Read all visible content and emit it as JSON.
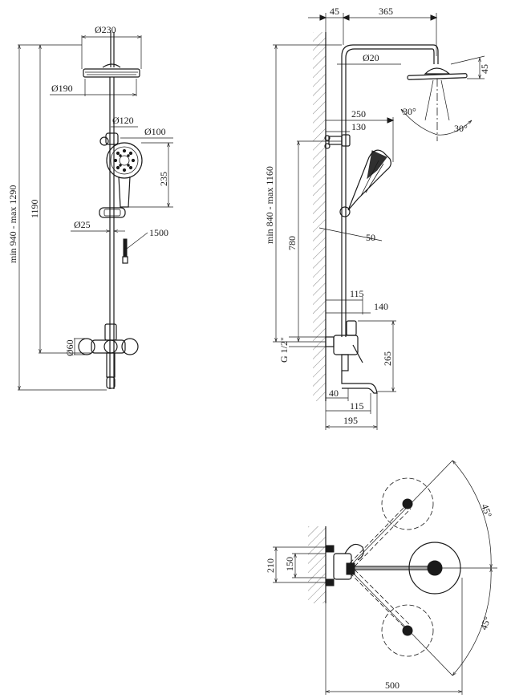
{
  "front_view": {
    "d230": "Ø230",
    "d190": "Ø190",
    "d120": "Ø120",
    "d100": "Ø100",
    "h235": "235",
    "d25": "Ø25",
    "hose": "1500",
    "d60": "Ø60",
    "h1190": "1190",
    "range": "min 940 - max 1290"
  },
  "side_view": {
    "w45": "45",
    "w365": "365",
    "d20": "Ø20",
    "a45": "45",
    "ang1": "30°",
    "ang2": "30°",
    "w250": "250",
    "w130": "130",
    "range": "min 840 - max 1160",
    "h780": "780",
    "w50": "50",
    "w115a": "115",
    "w140": "140",
    "thread": "G 1/2\"",
    "h265": "265",
    "w40": "40",
    "w115b": "115",
    "w195": "195"
  },
  "top_view": {
    "h210": "210",
    "h150": "150",
    "ang1": "45°",
    "ang2": "45°",
    "w500": "500"
  }
}
